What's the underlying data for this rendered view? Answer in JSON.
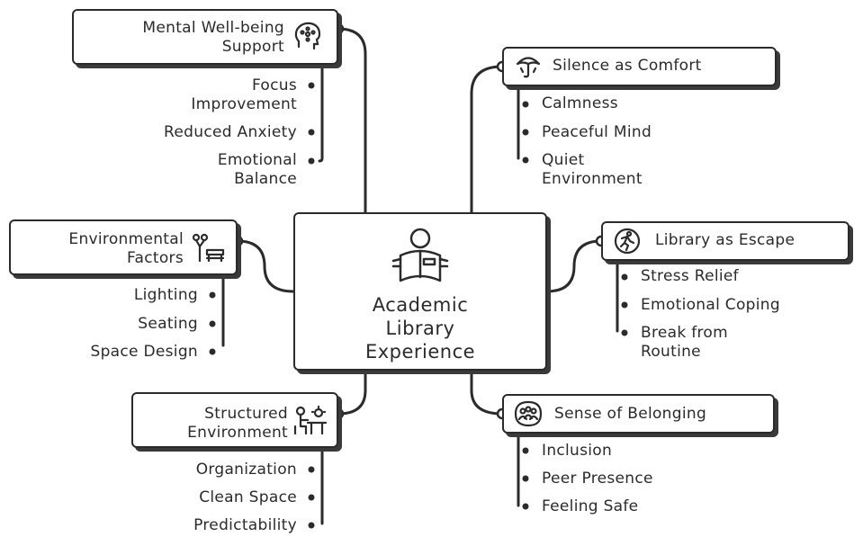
{
  "center": {
    "line1": "Academic",
    "line2": "Library",
    "line3": "Experience",
    "icon": "person-reading-book-icon"
  },
  "branches": {
    "mental": {
      "title1": "Mental Well-being",
      "title2": "Support",
      "icon": "brain-head-icon",
      "leaves": [
        "Focus",
        "Improvement",
        "Reduced Anxiety",
        "Emotional",
        "Balance"
      ]
    },
    "silence": {
      "title": "Silence as Comfort",
      "icon": "umbrella-icon",
      "leaves": [
        "Calmness",
        "Peaceful Mind",
        "Quiet",
        "Environment"
      ]
    },
    "environmental": {
      "title1": "Environmental",
      "title2": "Factors",
      "icon": "lamp-and-bench-icon",
      "leaves": [
        "Lighting",
        "Seating",
        "Space Design"
      ]
    },
    "escape": {
      "title": "Library as Escape",
      "icon": "running-circle-icon",
      "leaves": [
        "Stress Relief",
        "Emotional Coping",
        "Break from",
        "Routine"
      ]
    },
    "structured": {
      "title1": "Structured",
      "title2": "Environment",
      "icon": "person-at-desk-icon",
      "leaves": [
        "Organization",
        "Clean Space",
        "Predictability"
      ]
    },
    "belonging": {
      "title": "Sense of Belonging",
      "icon": "group-of-people-icon",
      "leaves": [
        "Inclusion",
        "Peer Presence",
        "Feeling Safe"
      ]
    }
  }
}
